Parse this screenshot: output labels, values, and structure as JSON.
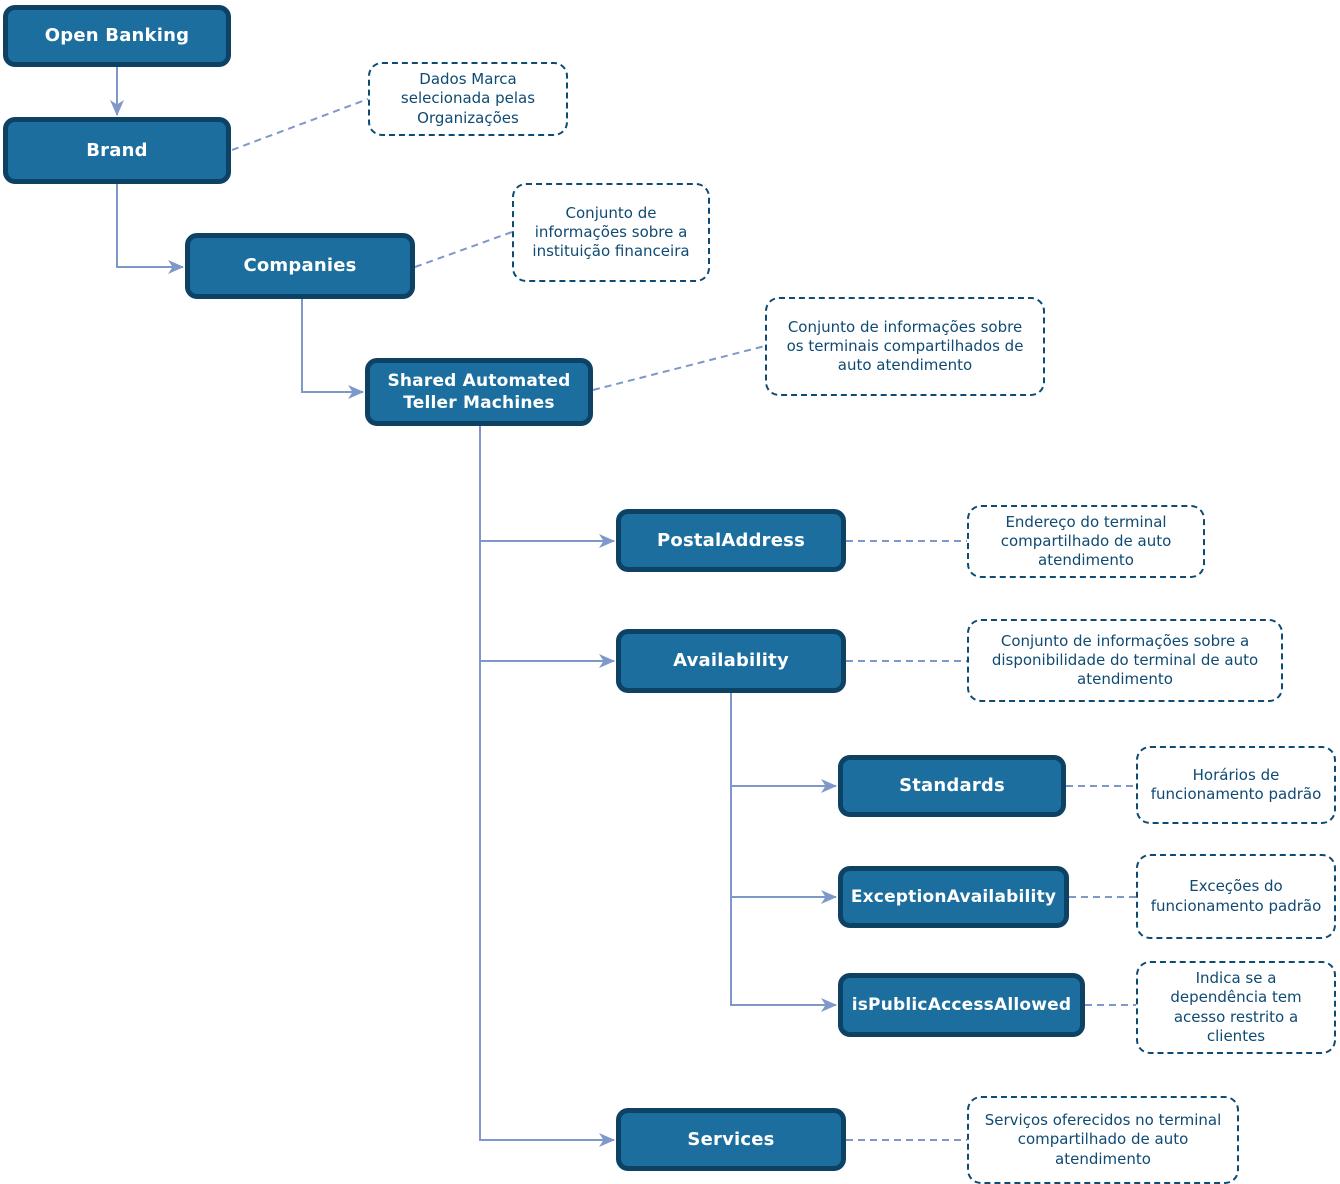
{
  "diagram": {
    "colors": {
      "node_fill": "#1b6e9e",
      "node_border": "#0d4265",
      "node_text": "#ffffff",
      "annotation_border": "#0f4a73",
      "annotation_text": "#0f4a73",
      "connector": "#7e98ca",
      "background": "#ffffff"
    },
    "nodes": {
      "open_banking": {
        "label": "Open Banking"
      },
      "brand": {
        "label": "Brand",
        "description": "Dados Marca selecionada pelas Organizações"
      },
      "companies": {
        "label": "Companies",
        "description": "Conjunto de informações sobre a instituição financeira"
      },
      "shared_atm": {
        "label": "Shared Automated Teller Machines",
        "description": "Conjunto de informações sobre os terminais compartilhados de auto atendimento"
      },
      "postal_address": {
        "label": "PostalAddress",
        "description": "Endereço do terminal compartilhado de auto atendimento"
      },
      "availability": {
        "label": "Availability",
        "description": "Conjunto de informações sobre a disponibilidade do terminal de auto atendimento"
      },
      "standards": {
        "label": "Standards",
        "description": "Horários de funcionamento padrão"
      },
      "exception_availability": {
        "label": "ExceptionAvailability",
        "description": "Exceções do funcionamento padrão"
      },
      "is_public_access_allowed": {
        "label": "isPublicAccessAllowed",
        "description": "Indica se a dependência tem acesso restrito a clientes"
      },
      "services": {
        "label": "Services",
        "description": "Serviços oferecidos no terminal compartilhado de auto atendimento"
      }
    }
  }
}
